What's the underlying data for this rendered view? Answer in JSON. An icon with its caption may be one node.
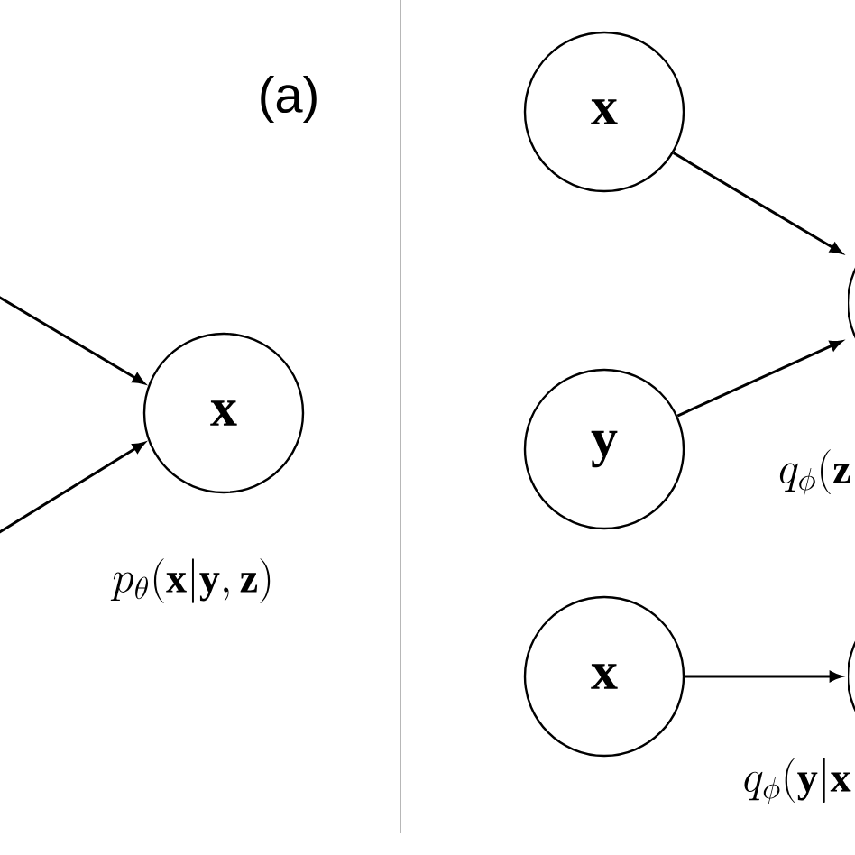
{
  "diagram": {
    "nodes": [
      {
        "text": [
          "\\mathbf{x}"
        ],
        "beside": [
          "p_\\theta(\\mathbf{x}|\\mathbf{y},\\mathbf{z})"
        ]
      },
      {
        "text": [
          "\\mathbf{x}"
        ]
      },
      {
        "text": [
          "\\mathbf{y}"
        ]
      },
      {
        "text": [],
        "shape": "circle",
        "beside": [
          "q_\\phi(\\mathbf{z}"
        ]
      },
      {
        "text": [
          "\\mathbf{x}"
        ]
      },
      {
        "text": [],
        "shape": "circle",
        "beside": [
          "q_\\phi(\\mathbf{y}|\\mathbf{x}"
        ]
      }
    ],
    "edges": [
      {
        "from": null,
        "to": 0,
        "arrow": "to"
      },
      {
        "from": null,
        "to": 0,
        "arrow": "to"
      },
      {
        "from": 1,
        "to": 3,
        "arrow": "to"
      },
      {
        "from": 2,
        "to": 3,
        "arrow": "to"
      },
      {
        "from": 4,
        "to": 5,
        "arrow": "to"
      }
    ],
    "labels": [
      "(a)"
    ]
  }
}
